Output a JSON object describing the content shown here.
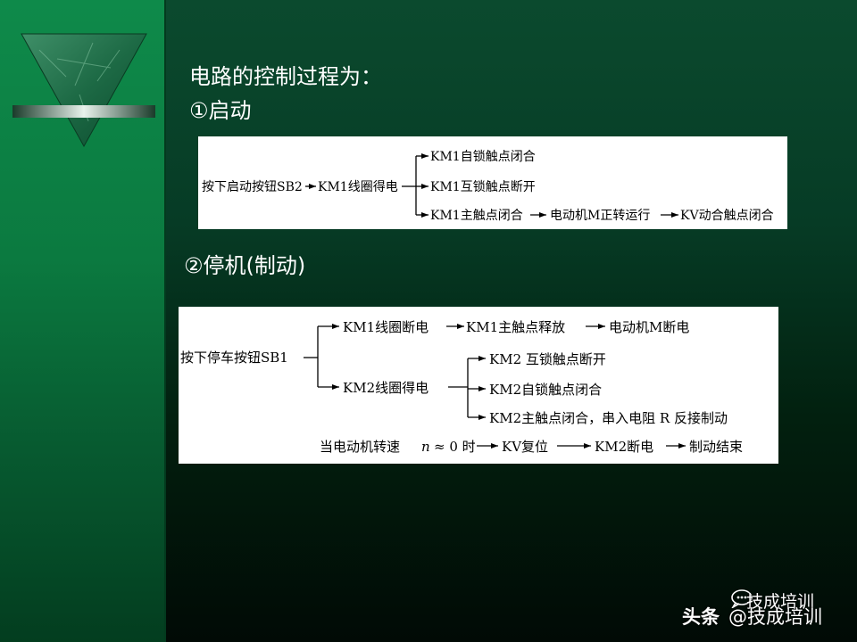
{
  "slide": {
    "title": "电路的控制过程为：",
    "section1_label": "①启动",
    "section2_label": "②停机(制动)"
  },
  "start_diagram": {
    "root": "按下启动按钮SB2",
    "node1": "KM1线圈得电",
    "branch_a": "KM1自锁触点闭合",
    "branch_b": "KM1互锁触点断开",
    "branch_c": "KM1主触点闭合",
    "branch_c_next": "电动机M正转运行",
    "branch_c_last": "KV动合触点闭合"
  },
  "stop_diagram": {
    "root": "按下停车按钮SB1",
    "upper_a": "KM1线圈断电",
    "upper_b": "KM1主触点释放",
    "upper_c": "电动机M断电",
    "lower_a": "KM2线圈得电",
    "lower_b1": "KM2 互锁触点断开",
    "lower_b2": "KM2自锁触点闭合",
    "lower_b3": "KM2主触点闭合，串入电阻 R 反接制动",
    "final_prefix": "当电动机转速",
    "final_var": "n",
    "final_cond": "≈ 0 时",
    "final_b": "KV复位",
    "final_c": "KM2断电",
    "final_d": "制动结束"
  },
  "watermark": {
    "platform": "头条",
    "account_handle": "@技成培训",
    "account_name": "技成培训"
  }
}
